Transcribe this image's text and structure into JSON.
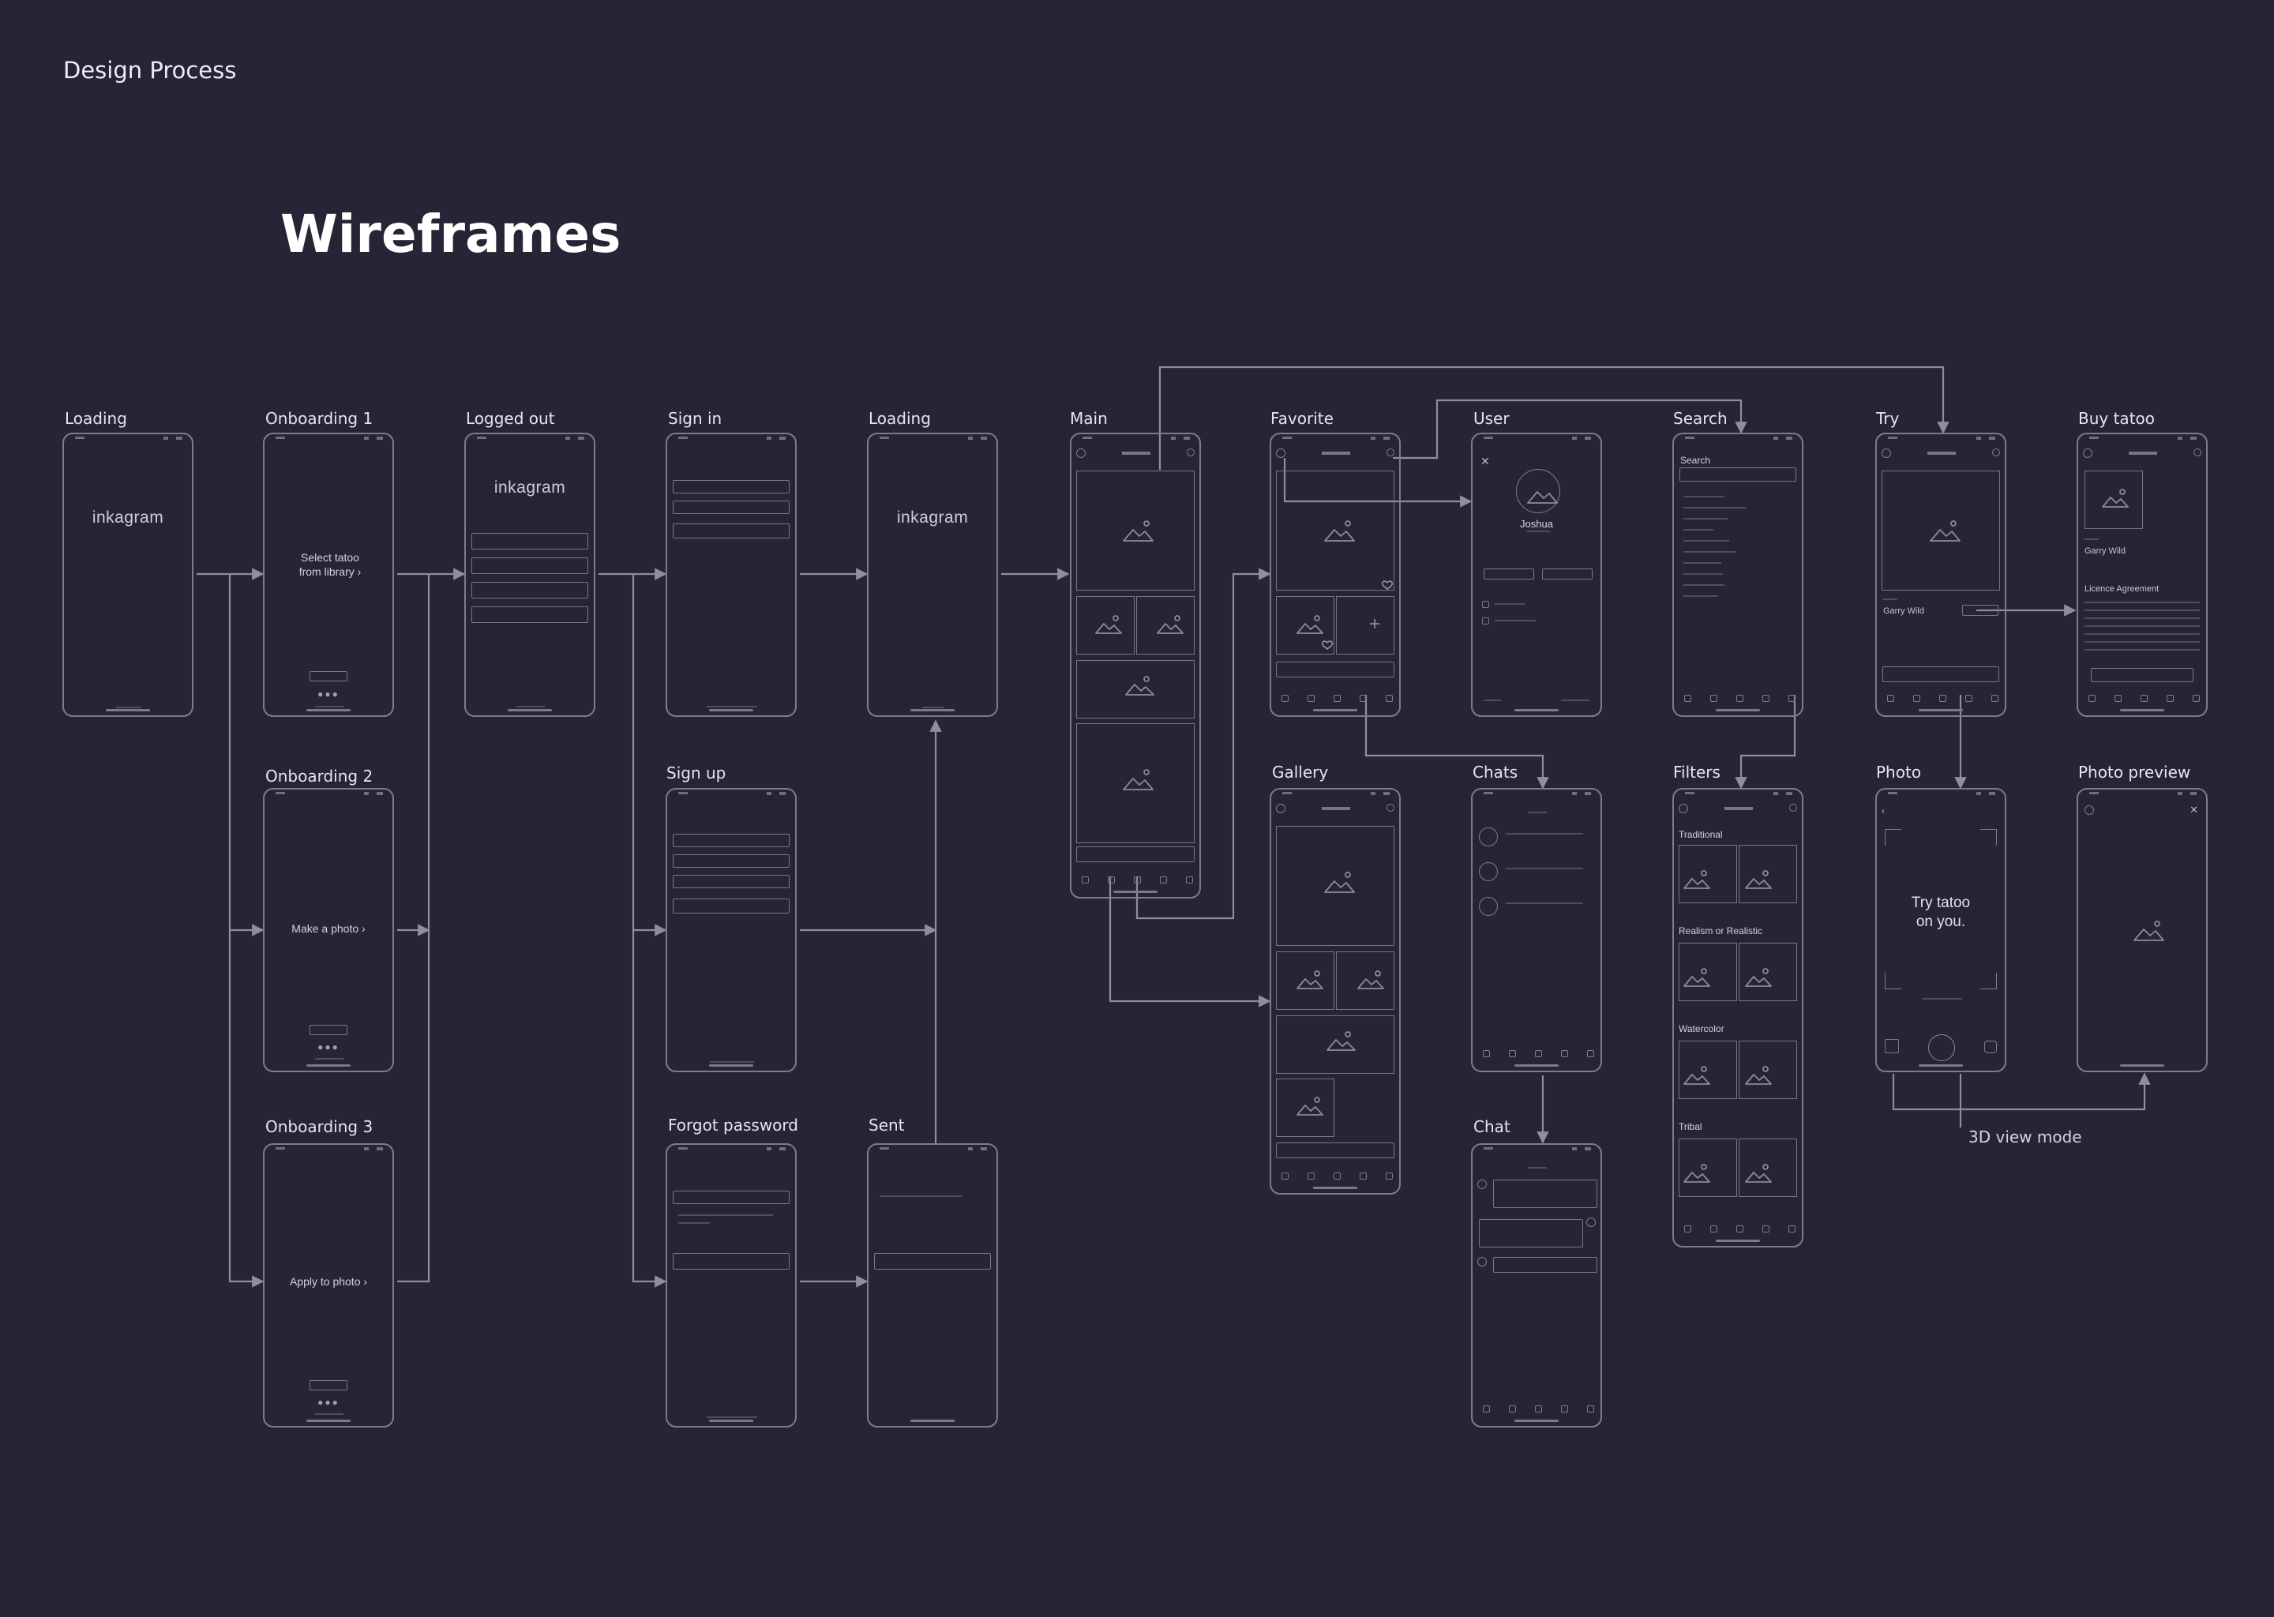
{
  "header": {
    "doc_title": "Design Process",
    "section_title": "Wireframes"
  },
  "screens": {
    "loading1": {
      "label": "Loading",
      "wordmark": "inkagram"
    },
    "onb1": {
      "label": "Onboarding 1",
      "text": "Select tatoo from library ›"
    },
    "onb2": {
      "label": "Onboarding 2",
      "text": "Make a photo ›"
    },
    "onb3": {
      "label": "Onboarding 3",
      "text": "Apply to photo ›"
    },
    "loggedout": {
      "label": "Logged out",
      "wordmark": "inkagram"
    },
    "signin": {
      "label": "Sign in"
    },
    "signup": {
      "label": "Sign up"
    },
    "forgot": {
      "label": "Forgot password"
    },
    "loading2": {
      "label": "Loading",
      "wordmark": "inkagram"
    },
    "sent": {
      "label": "Sent"
    },
    "main": {
      "label": "Main"
    },
    "favorite": {
      "label": "Favorite"
    },
    "gallery": {
      "label": "Gallery"
    },
    "user": {
      "label": "User",
      "name": "Joshua"
    },
    "chats": {
      "label": "Chats"
    },
    "chat": {
      "label": "Chat"
    },
    "search": {
      "label": "Search",
      "title": "Search"
    },
    "filters": {
      "label": "Filters",
      "sections": [
        "Traditional",
        "Realism or Realistic",
        "Watercolor",
        "Tribal"
      ]
    },
    "try": {
      "label": "Try",
      "author": "Garry Wild"
    },
    "photo": {
      "label": "Photo",
      "text": "Try tatoo on you."
    },
    "buy": {
      "label": "Buy tatoo",
      "author": "Garry Wild",
      "licence": "Licence Agreement"
    },
    "photopreview": {
      "label": "Photo preview"
    }
  },
  "annotations": {
    "view_mode": "3D view mode"
  },
  "colors": {
    "background": "#252536",
    "frame": "#7c7c8c",
    "connector": "#8e8e9c",
    "text": "#e6e6ee"
  }
}
